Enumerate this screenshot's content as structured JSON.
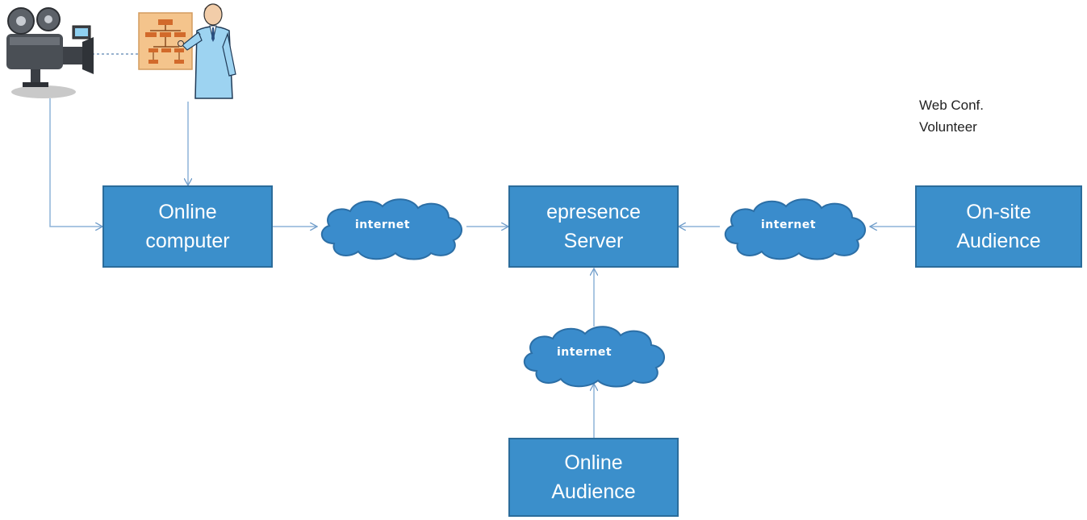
{
  "nodes": {
    "online_computer": {
      "line1": "Online",
      "line2": "computer"
    },
    "epresence_server": {
      "line1": "epresence",
      "line2": "Server"
    },
    "onsite_audience": {
      "line1": "On-site",
      "line2": "Audience"
    },
    "online_audience": {
      "line1": "Online",
      "line2": "Audience"
    }
  },
  "clouds": {
    "left": "internet",
    "right": "internet",
    "bottom": "internet"
  },
  "note": {
    "line1": "Web Conf.",
    "line2": "Volunteer"
  },
  "icons": [
    "video-camera-icon",
    "presenter-icon"
  ],
  "colors": {
    "box_fill": "#3b8fcb",
    "box_border": "#2b6c9b",
    "cloud_fill": "#3a8ccc",
    "arrow": "#7fa7cf"
  }
}
